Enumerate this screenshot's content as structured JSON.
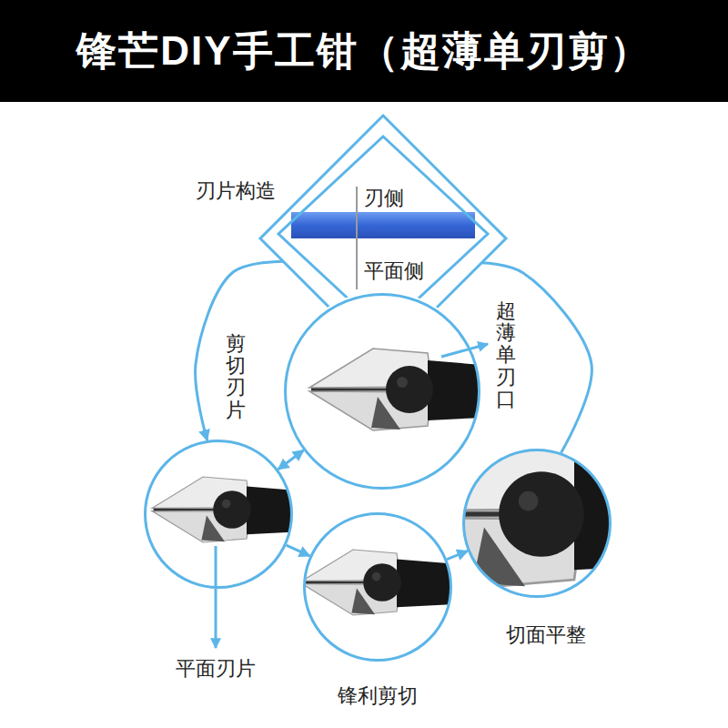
{
  "diagram": {
    "title": "锋芒DIY手工钳（超薄单刃剪）",
    "nodes": [
      {
        "text": [
          "刃片构造",
          "刃侧",
          "平面侧"
        ]
      },
      {
        "text": [
          "超薄单刃口"
        ]
      },
      {
        "text": [
          "平面刃片"
        ]
      },
      {
        "text": [
          "锋利剪切"
        ]
      },
      {
        "text": [
          "切面平整"
        ]
      }
    ],
    "edges": [
      {
        "from": 0,
        "to": 2,
        "arrow": "to",
        "label": "剪切刃片"
      },
      {
        "from": 1,
        "to": 2,
        "arrow": "both"
      },
      {
        "from": 2,
        "to": 3,
        "arrow": "to"
      },
      {
        "from": 3,
        "to": 4,
        "arrow": "to"
      },
      {
        "from": 0,
        "to": 4,
        "arrow": "none"
      }
    ]
  }
}
